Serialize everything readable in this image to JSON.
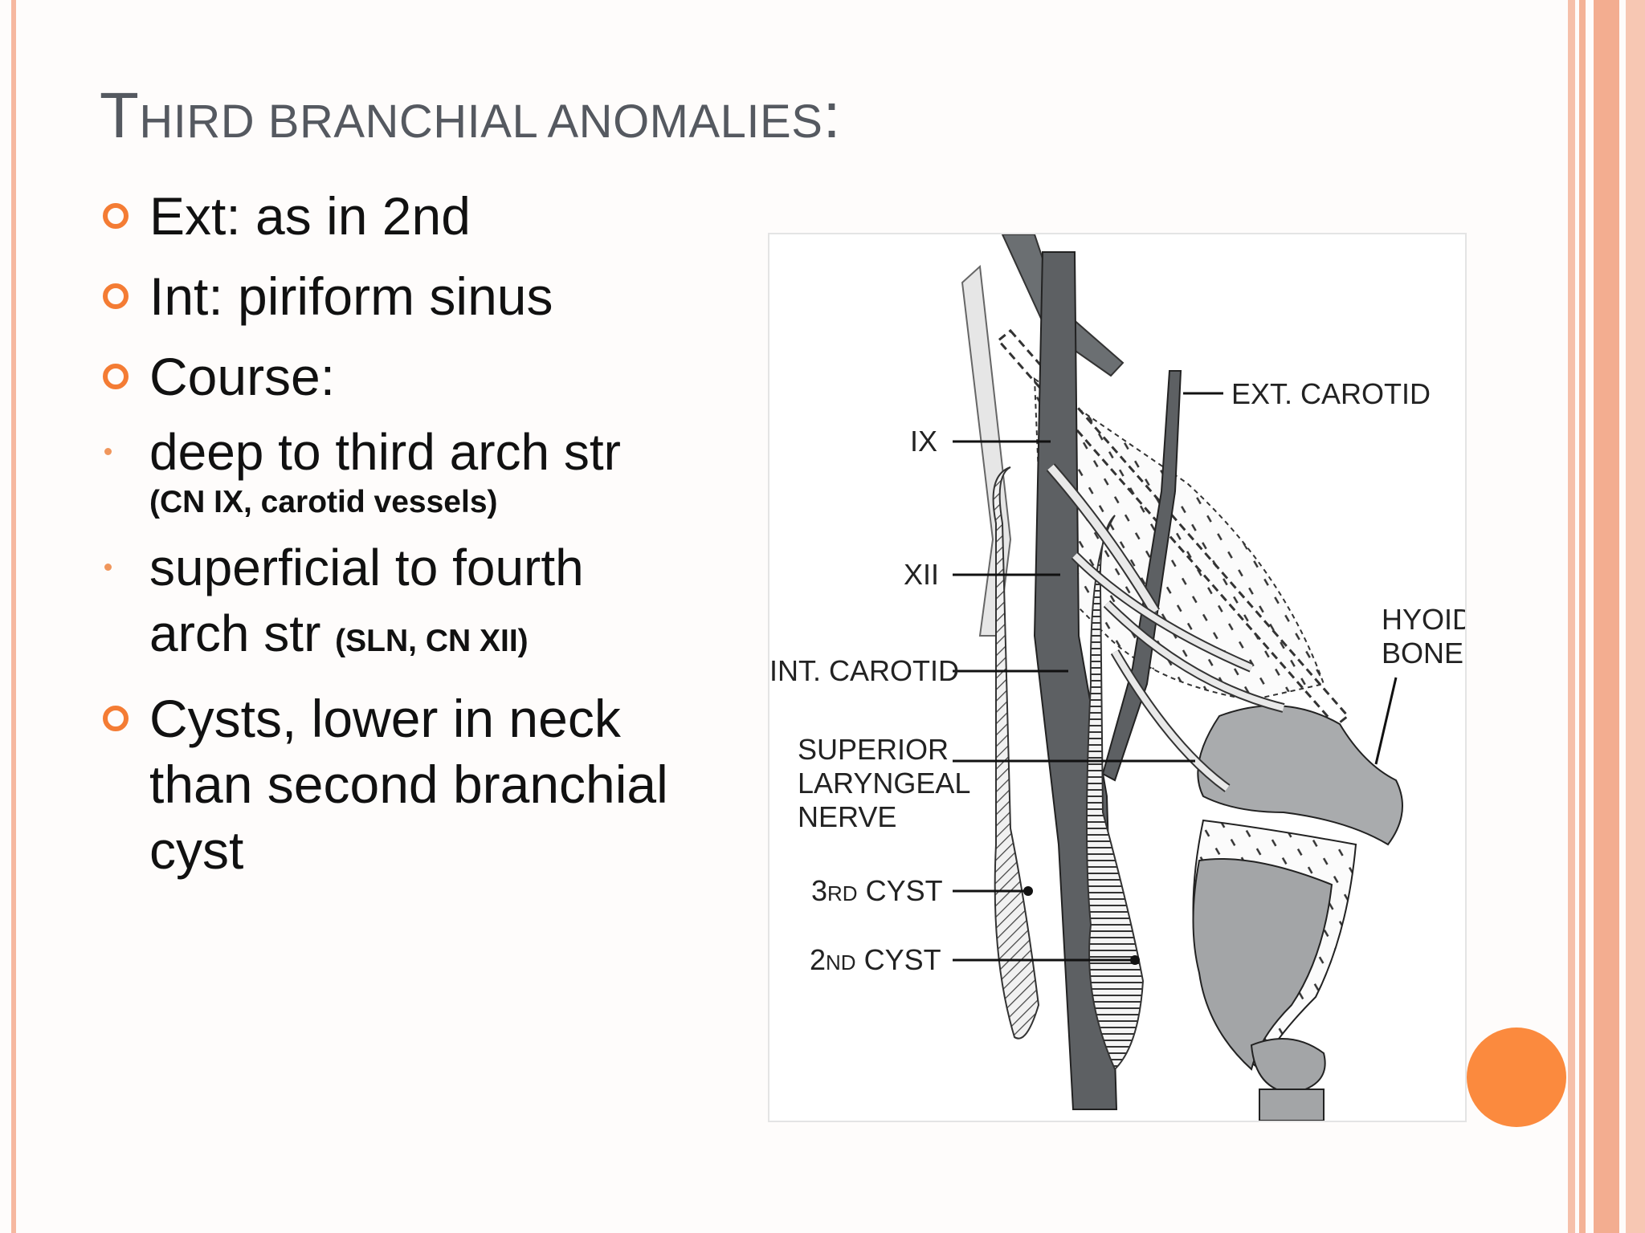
{
  "slide": {
    "title_first": "T",
    "title_rest": "HIRD BRANCHIAL ANOMALIES",
    "title_end": ":",
    "bullets": {
      "ext": "Ext: as in 2nd",
      "int": "Int: piriform sinus",
      "course": "Course:",
      "deep_main": "deep to third arch str",
      "deep_detail": "(CN IX, carotid vessels)",
      "superficial_main_1": "superficial to fourth",
      "superficial_main_2": "arch str",
      "superficial_detail": "(SLN, CN XII)",
      "cysts": "Cysts, lower in neck than second branchial cyst"
    }
  },
  "figure": {
    "labels": {
      "ext_carotid": "EXT. CAROTID",
      "ix": "IX",
      "xii": "XII",
      "hyoid_1": "HYOID",
      "hyoid_2": "BONE",
      "int_carotid": "INT. CAROTID",
      "sln_1": "SUPERIOR",
      "sln_2": "LARYNGEAL",
      "sln_3": "NERVE",
      "cyst3_num": "3",
      "cyst3_ord": "RD",
      "cyst3_word": "CYST",
      "cyst2_num": "2",
      "cyst2_ord": "ND",
      "cyst2_word": "CYST"
    }
  },
  "colors": {
    "accent": "#f47c34",
    "title": "#555960",
    "stripe": "#f5b59c"
  }
}
